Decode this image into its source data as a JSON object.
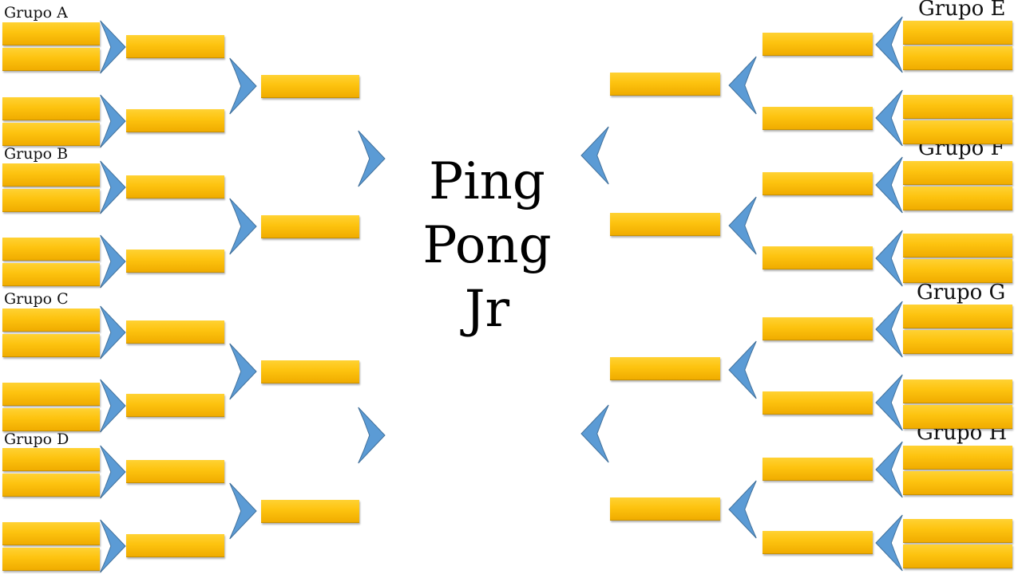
{
  "title": {
    "line1": "Ping",
    "line2": "Pong",
    "line3": "Jr"
  },
  "groups": [
    {
      "name": "Grupo A"
    },
    {
      "name": "Grupo B"
    },
    {
      "name": "Grupo C"
    },
    {
      "name": "Grupo D"
    },
    {
      "name": "Grupo E"
    },
    {
      "name": "Grupo F"
    },
    {
      "name": "Grupo G"
    },
    {
      "name": "Grupo H"
    }
  ],
  "colors": {
    "slot": "#fdc30f",
    "connector": "#5b9bd5",
    "connector_stroke": "#41719c",
    "text": "#000000"
  },
  "bracket": {
    "entries_per_side": 16,
    "rounds_per_side": 4
  }
}
